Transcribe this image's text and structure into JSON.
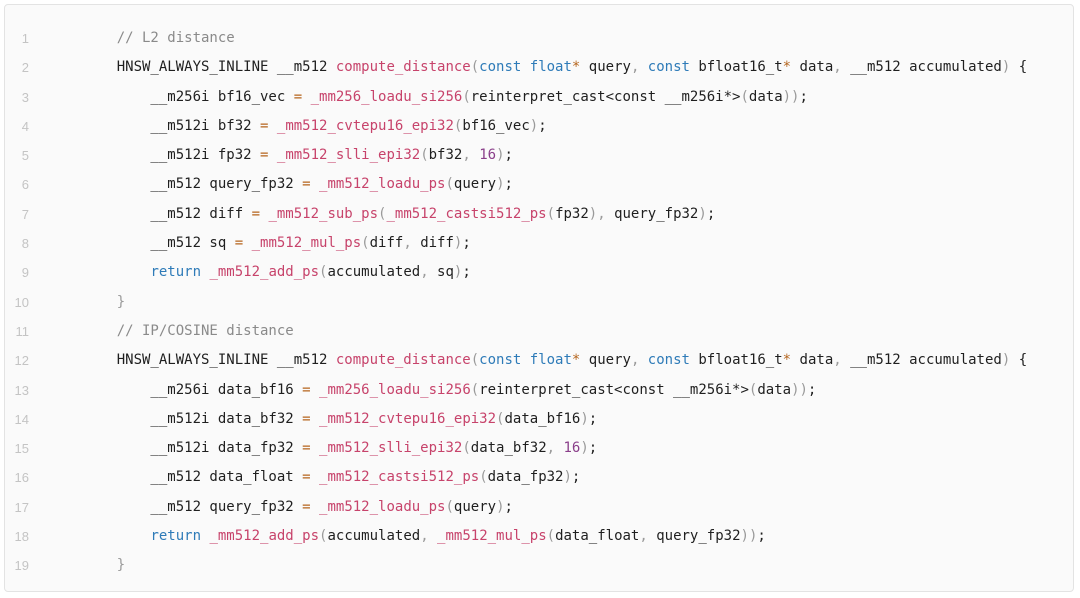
{
  "editor": {
    "lines": [
      {
        "n": "1",
        "tokens": [
          [
            "t-plain",
            "    "
          ],
          [
            "t-comment",
            "// L2 distance"
          ]
        ]
      },
      {
        "n": "2",
        "tokens": [
          [
            "t-plain",
            "    HNSW_ALWAYS_INLINE __m512 "
          ],
          [
            "t-func",
            "compute_distance"
          ],
          [
            "t-punc",
            "("
          ],
          [
            "t-kw",
            "const"
          ],
          [
            "t-plain",
            " "
          ],
          [
            "t-kw",
            "float"
          ],
          [
            "t-op",
            "*"
          ],
          [
            "t-plain",
            " query"
          ],
          [
            "t-punc",
            ", "
          ],
          [
            "t-kw",
            "const"
          ],
          [
            "t-plain",
            " bfloat16_t"
          ],
          [
            "t-op",
            "*"
          ],
          [
            "t-plain",
            " data"
          ],
          [
            "t-punc",
            ", "
          ],
          [
            "t-plain",
            "__m512 accumulated"
          ],
          [
            "t-punc",
            ")"
          ],
          [
            "t-plain",
            " {"
          ]
        ]
      },
      {
        "n": "3",
        "tokens": [
          [
            "t-plain",
            "        __m256i bf16_vec "
          ],
          [
            "t-op",
            "="
          ],
          [
            "t-plain",
            " "
          ],
          [
            "t-func",
            "_mm256_loadu_si256"
          ],
          [
            "t-punc",
            "("
          ],
          [
            "t-plain",
            "reinterpret_cast<const __m256i*>"
          ],
          [
            "t-punc",
            "("
          ],
          [
            "t-plain",
            "data"
          ],
          [
            "t-punc",
            "))"
          ],
          [
            "t-plain",
            ";"
          ]
        ]
      },
      {
        "n": "4",
        "tokens": [
          [
            "t-plain",
            "        __m512i bf32 "
          ],
          [
            "t-op",
            "="
          ],
          [
            "t-plain",
            " "
          ],
          [
            "t-func",
            "_mm512_cvtepu16_epi32"
          ],
          [
            "t-punc",
            "("
          ],
          [
            "t-plain",
            "bf16_vec"
          ],
          [
            "t-punc",
            ")"
          ],
          [
            "t-plain",
            ";"
          ]
        ]
      },
      {
        "n": "5",
        "tokens": [
          [
            "t-plain",
            "        __m512i fp32 "
          ],
          [
            "t-op",
            "="
          ],
          [
            "t-plain",
            " "
          ],
          [
            "t-func",
            "_mm512_slli_epi32"
          ],
          [
            "t-punc",
            "("
          ],
          [
            "t-plain",
            "bf32"
          ],
          [
            "t-punc",
            ", "
          ],
          [
            "t-num",
            "16"
          ],
          [
            "t-punc",
            ")"
          ],
          [
            "t-plain",
            ";"
          ]
        ]
      },
      {
        "n": "6",
        "tokens": [
          [
            "t-plain",
            "        __m512 query_fp32 "
          ],
          [
            "t-op",
            "="
          ],
          [
            "t-plain",
            " "
          ],
          [
            "t-func",
            "_mm512_loadu_ps"
          ],
          [
            "t-punc",
            "("
          ],
          [
            "t-plain",
            "query"
          ],
          [
            "t-punc",
            ")"
          ],
          [
            "t-plain",
            ";"
          ]
        ]
      },
      {
        "n": "7",
        "tokens": [
          [
            "t-plain",
            "        __m512 diff "
          ],
          [
            "t-op",
            "="
          ],
          [
            "t-plain",
            " "
          ],
          [
            "t-func",
            "_mm512_sub_ps"
          ],
          [
            "t-punc",
            "("
          ],
          [
            "t-func",
            "_mm512_castsi512_ps"
          ],
          [
            "t-punc",
            "("
          ],
          [
            "t-plain",
            "fp32"
          ],
          [
            "t-punc",
            "), "
          ],
          [
            "t-plain",
            "query_fp32"
          ],
          [
            "t-punc",
            ")"
          ],
          [
            "t-plain",
            ";"
          ]
        ]
      },
      {
        "n": "8",
        "tokens": [
          [
            "t-plain",
            "        __m512 sq "
          ],
          [
            "t-op",
            "="
          ],
          [
            "t-plain",
            " "
          ],
          [
            "t-func",
            "_mm512_mul_ps"
          ],
          [
            "t-punc",
            "("
          ],
          [
            "t-plain",
            "diff"
          ],
          [
            "t-punc",
            ", "
          ],
          [
            "t-plain",
            "diff"
          ],
          [
            "t-punc",
            ")"
          ],
          [
            "t-plain",
            ";"
          ]
        ]
      },
      {
        "n": "9",
        "tokens": [
          [
            "t-plain",
            "        "
          ],
          [
            "t-kw",
            "return"
          ],
          [
            "t-plain",
            " "
          ],
          [
            "t-func",
            "_mm512_add_ps"
          ],
          [
            "t-punc",
            "("
          ],
          [
            "t-plain",
            "accumulated"
          ],
          [
            "t-punc",
            ", "
          ],
          [
            "t-plain",
            "sq"
          ],
          [
            "t-punc",
            ")"
          ],
          [
            "t-plain",
            ";"
          ]
        ]
      },
      {
        "n": "10",
        "tokens": [
          [
            "t-plain",
            "    "
          ],
          [
            "t-punc",
            "}"
          ]
        ]
      },
      {
        "n": "11",
        "tokens": [
          [
            "t-plain",
            "    "
          ],
          [
            "t-comment",
            "// IP/COSINE distance"
          ]
        ]
      },
      {
        "n": "12",
        "tokens": [
          [
            "t-plain",
            "    HNSW_ALWAYS_INLINE __m512 "
          ],
          [
            "t-func",
            "compute_distance"
          ],
          [
            "t-punc",
            "("
          ],
          [
            "t-kw",
            "const"
          ],
          [
            "t-plain",
            " "
          ],
          [
            "t-kw",
            "float"
          ],
          [
            "t-op",
            "*"
          ],
          [
            "t-plain",
            " query"
          ],
          [
            "t-punc",
            ", "
          ],
          [
            "t-kw",
            "const"
          ],
          [
            "t-plain",
            " bfloat16_t"
          ],
          [
            "t-op",
            "*"
          ],
          [
            "t-plain",
            " data"
          ],
          [
            "t-punc",
            ", "
          ],
          [
            "t-plain",
            "__m512 accumulated"
          ],
          [
            "t-punc",
            ")"
          ],
          [
            "t-plain",
            " {"
          ]
        ]
      },
      {
        "n": "13",
        "tokens": [
          [
            "t-plain",
            "        __m256i data_bf16 "
          ],
          [
            "t-op",
            "="
          ],
          [
            "t-plain",
            " "
          ],
          [
            "t-func",
            "_mm256_loadu_si256"
          ],
          [
            "t-punc",
            "("
          ],
          [
            "t-plain",
            "reinterpret_cast<const __m256i*>"
          ],
          [
            "t-punc",
            "("
          ],
          [
            "t-plain",
            "data"
          ],
          [
            "t-punc",
            "))"
          ],
          [
            "t-plain",
            ";"
          ]
        ]
      },
      {
        "n": "14",
        "tokens": [
          [
            "t-plain",
            "        __m512i data_bf32 "
          ],
          [
            "t-op",
            "="
          ],
          [
            "t-plain",
            " "
          ],
          [
            "t-func",
            "_mm512_cvtepu16_epi32"
          ],
          [
            "t-punc",
            "("
          ],
          [
            "t-plain",
            "data_bf16"
          ],
          [
            "t-punc",
            ")"
          ],
          [
            "t-plain",
            ";"
          ]
        ]
      },
      {
        "n": "15",
        "tokens": [
          [
            "t-plain",
            "        __m512i data_fp32 "
          ],
          [
            "t-op",
            "="
          ],
          [
            "t-plain",
            " "
          ],
          [
            "t-func",
            "_mm512_slli_epi32"
          ],
          [
            "t-punc",
            "("
          ],
          [
            "t-plain",
            "data_bf32"
          ],
          [
            "t-punc",
            ", "
          ],
          [
            "t-num",
            "16"
          ],
          [
            "t-punc",
            ")"
          ],
          [
            "t-plain",
            ";"
          ]
        ]
      },
      {
        "n": "16",
        "tokens": [
          [
            "t-plain",
            "        __m512 data_float "
          ],
          [
            "t-op",
            "="
          ],
          [
            "t-plain",
            " "
          ],
          [
            "t-func",
            "_mm512_castsi512_ps"
          ],
          [
            "t-punc",
            "("
          ],
          [
            "t-plain",
            "data_fp32"
          ],
          [
            "t-punc",
            ")"
          ],
          [
            "t-plain",
            ";"
          ]
        ]
      },
      {
        "n": "17",
        "tokens": [
          [
            "t-plain",
            "        __m512 query_fp32 "
          ],
          [
            "t-op",
            "="
          ],
          [
            "t-plain",
            " "
          ],
          [
            "t-func",
            "_mm512_loadu_ps"
          ],
          [
            "t-punc",
            "("
          ],
          [
            "t-plain",
            "query"
          ],
          [
            "t-punc",
            ")"
          ],
          [
            "t-plain",
            ";"
          ]
        ]
      },
      {
        "n": "18",
        "tokens": [
          [
            "t-plain",
            "        "
          ],
          [
            "t-kw",
            "return"
          ],
          [
            "t-plain",
            " "
          ],
          [
            "t-func",
            "_mm512_add_ps"
          ],
          [
            "t-punc",
            "("
          ],
          [
            "t-plain",
            "accumulated"
          ],
          [
            "t-punc",
            ", "
          ],
          [
            "t-func",
            "_mm512_mul_ps"
          ],
          [
            "t-punc",
            "("
          ],
          [
            "t-plain",
            "data_float"
          ],
          [
            "t-punc",
            ", "
          ],
          [
            "t-plain",
            "query_fp32"
          ],
          [
            "t-punc",
            "))"
          ],
          [
            "t-plain",
            ";"
          ]
        ]
      },
      {
        "n": "19",
        "tokens": [
          [
            "t-plain",
            "    "
          ],
          [
            "t-punc",
            "}"
          ]
        ]
      }
    ]
  },
  "colors": {
    "background": "#fafafa",
    "border": "#e3e3e3",
    "line_number": "#c4c4c4",
    "comment": "#8a8a8a",
    "function": "#c7436b",
    "keyword": "#2e7bb8",
    "operator": "#b5651d",
    "punctuation": "#9a9a9a",
    "number": "#8a3f8a",
    "text": "#1f1f1f"
  }
}
